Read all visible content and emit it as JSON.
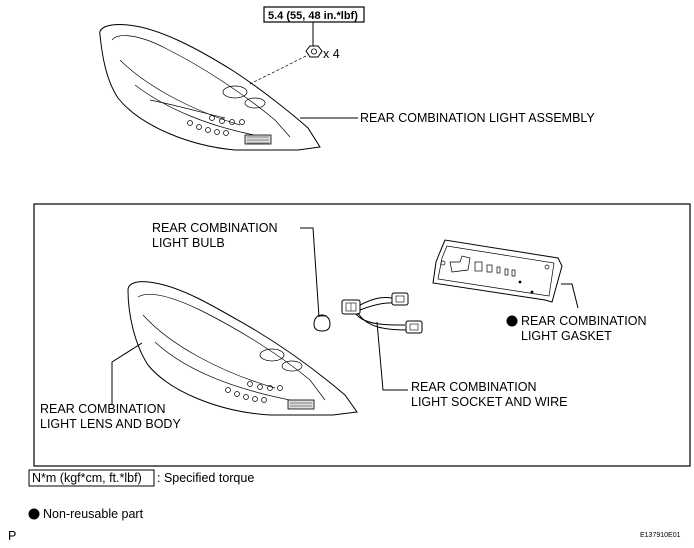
{
  "torque": {
    "value": "5.4 (55, 48 in.*lbf)",
    "qty": "x 4"
  },
  "labels": {
    "assembly": "REAR COMBINATION LIGHT ASSEMBLY",
    "bulb_line1": "REAR COMBINATION",
    "bulb_line2": "LIGHT BULB",
    "gasket_line1": "REAR COMBINATION",
    "gasket_line2": "LIGHT GASKET",
    "socket_line1": "REAR COMBINATION",
    "socket_line2": "LIGHT SOCKET AND WIRE",
    "lens_line1": "REAR COMBINATION",
    "lens_line2": "LIGHT LENS AND BODY"
  },
  "legend": {
    "torque_unit": "N*m (kgf*cm, ft.*lbf)",
    "torque_desc": ": Specified torque",
    "nonreusable": "Non-reusable part"
  },
  "footer": {
    "left": "P",
    "right": "E137910E01"
  }
}
